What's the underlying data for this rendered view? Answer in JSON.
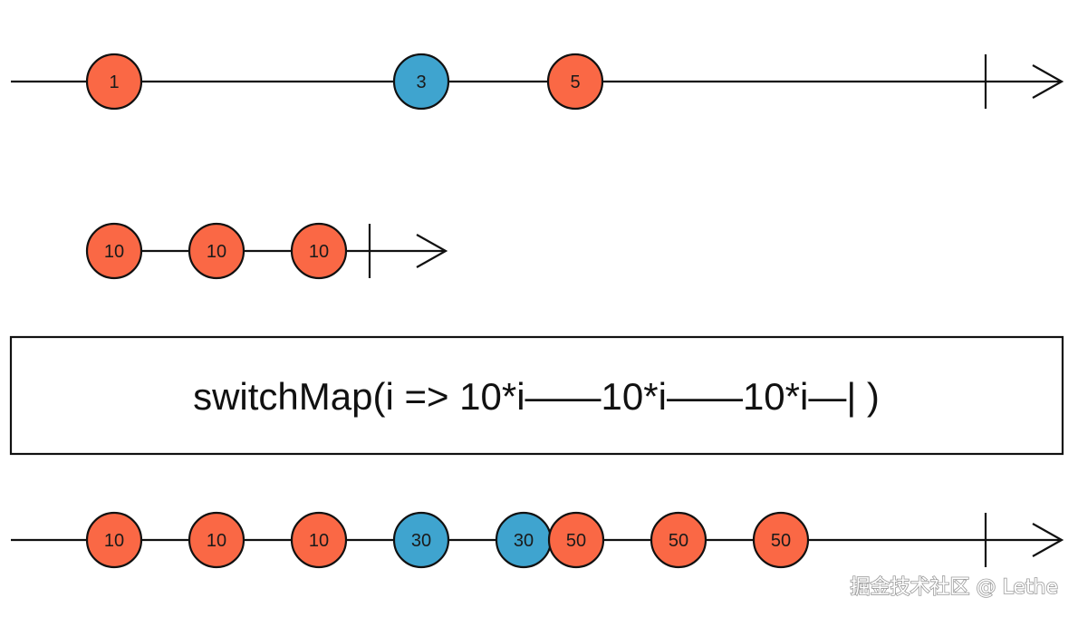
{
  "colors": {
    "orange": "#fa6845",
    "blue": "#3fa4cf",
    "line": "#111111",
    "text": "#1a1a1a"
  },
  "source_stream": {
    "marbles": [
      {
        "label": "1",
        "color": "orange"
      },
      {
        "label": "3",
        "color": "blue"
      },
      {
        "label": "5",
        "color": "orange"
      }
    ]
  },
  "inner_stream": {
    "marbles": [
      {
        "label": "10",
        "color": "orange"
      },
      {
        "label": "10",
        "color": "orange"
      },
      {
        "label": "10",
        "color": "orange"
      }
    ]
  },
  "operator": {
    "label": "switchMap(i => 10*i——10*i——10*i—| )"
  },
  "result_stream": {
    "marbles": [
      {
        "label": "10",
        "color": "orange"
      },
      {
        "label": "10",
        "color": "orange"
      },
      {
        "label": "10",
        "color": "orange"
      },
      {
        "label": "30",
        "color": "blue"
      },
      {
        "label": "30",
        "color": "blue"
      },
      {
        "label": "50",
        "color": "orange"
      },
      {
        "label": "50",
        "color": "orange"
      },
      {
        "label": "50",
        "color": "orange"
      }
    ]
  },
  "watermark": {
    "text": "掘金技术社区 @ Lethe"
  }
}
